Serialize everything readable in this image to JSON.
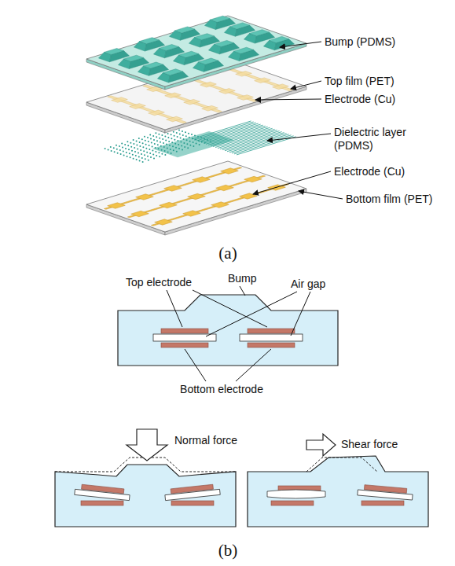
{
  "diagram": {
    "labels": [
      "Bump (PDMS)",
      "Top film (PET)",
      "Electrode (Cu)",
      "Dielectric layer (PDMS)",
      "Electrode (Cu)",
      "Bottom film (PET)",
      "(a)",
      "Top electrode",
      "Bump",
      "Air gap",
      "Bottom electrode",
      "Normal force",
      "Shear force",
      "(b)"
    ]
  }
}
